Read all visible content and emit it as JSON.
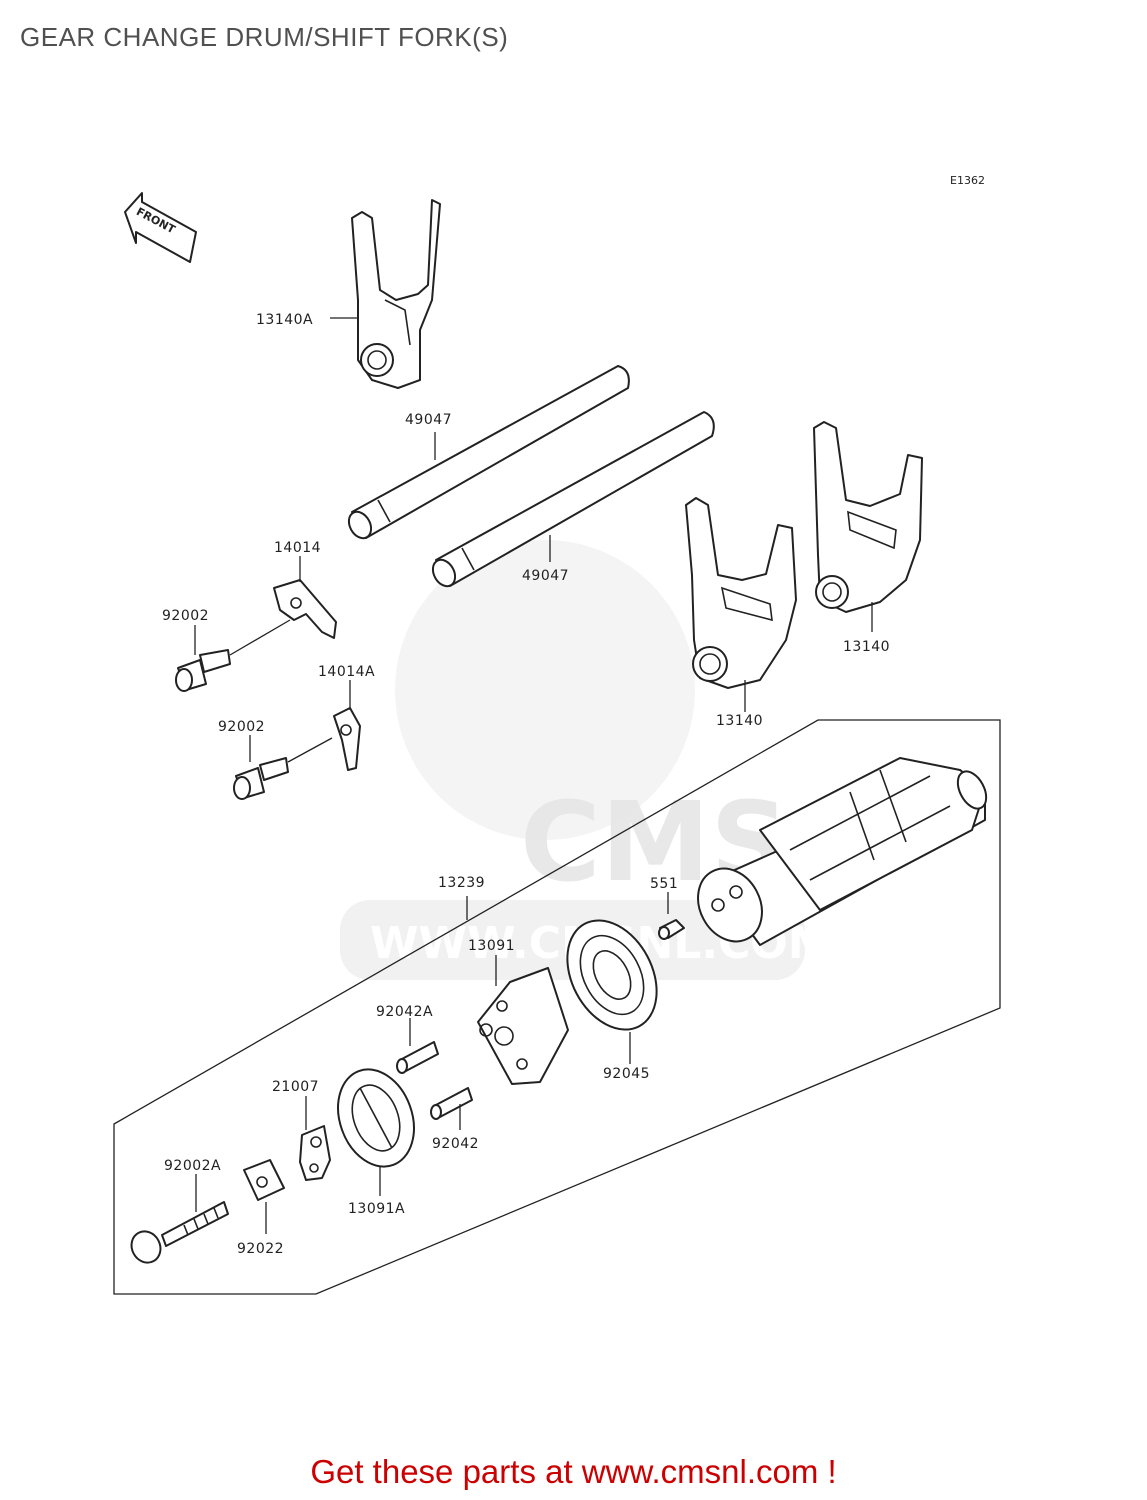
{
  "title": "GEAR CHANGE DRUM/SHIFT FORK(S)",
  "diagram_code": "E1362",
  "front_label": "FRONT",
  "watermark": {
    "brand": "CMS",
    "url": "WWW.CMSNL.COM"
  },
  "footer_text": "Get these parts at www.cmsnl.com !",
  "parts": {
    "p13140A": "13140A",
    "p49047_a": "49047",
    "p49047_b": "49047",
    "p14014": "14014",
    "p92002_a": "92002",
    "p14014A": "14014A",
    "p92002_b": "92002",
    "p13140_a": "13140",
    "p13140_b": "13140",
    "p13239": "13239",
    "p551": "551",
    "p13091": "13091",
    "p92042A": "92042A",
    "p92045": "92045",
    "p21007": "21007",
    "p92042": "92042",
    "p92002A": "92002A",
    "p92022": "92022",
    "p13091A": "13091A"
  }
}
